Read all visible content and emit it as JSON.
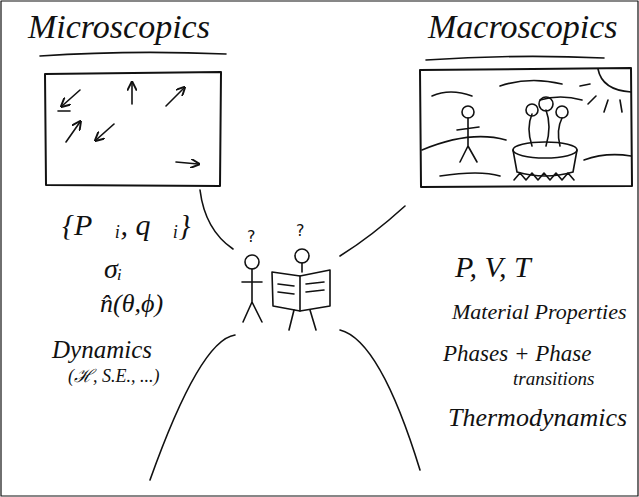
{
  "diagram": {
    "labels": [
      "Microscopics",
      "Macroscopics",
      "{P⃗ᵢ, q⃗ᵢ}",
      "σᵢ",
      "n̂(θ,ϕ)",
      "Dynamics (ℋ, S.E., ...)",
      "P, V, T",
      "Material Properties",
      "Phases + Phase transitions",
      "Thermodynamics",
      "?",
      "?"
    ]
  }
}
